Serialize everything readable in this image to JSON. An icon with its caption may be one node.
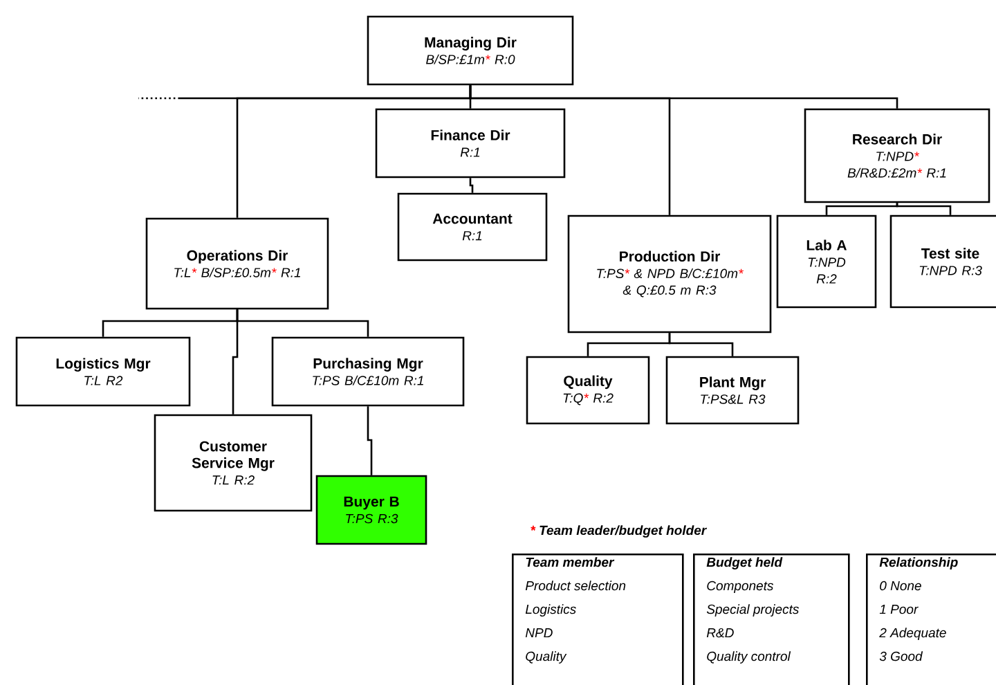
{
  "diagram": {
    "nodes": [
      {
        "text": [
          "Managing Dir",
          "B/SP:£1m* R:0"
        ]
      },
      {
        "text": [
          "Finance Dir",
          "R:1"
        ]
      },
      {
        "text": [
          "Accountant",
          "R:1"
        ]
      },
      {
        "text": [
          "Research Dir",
          "T:NPD* B/R&D:£2m* R:1"
        ]
      },
      {
        "text": [
          "Operations Dir",
          "T:L* B/SP:£0.5m* R:1"
        ]
      },
      {
        "text": [
          "Production Dir",
          "T:PS* & NPD B/C:£10m* & Q:£0.5 m R:3"
        ]
      },
      {
        "text": [
          "Lab A",
          "T:NPD R:2"
        ]
      },
      {
        "text": [
          "Test site",
          "T:NPD R:3"
        ]
      },
      {
        "text": [
          "Logistics Mgr",
          "T:L R2"
        ]
      },
      {
        "text": [
          "Purchasing Mgr",
          "T:PS B/C£10m R:1"
        ]
      },
      {
        "text": [
          "Customer Service Mgr",
          "T:L R:2"
        ]
      },
      {
        "text": [
          "Buyer B",
          "T:PS R:3"
        ]
      },
      {
        "text": [
          "Quality",
          "T:Q* R:2"
        ]
      },
      {
        "text": [
          "Plant Mgr",
          "T:PS&L R3"
        ]
      },
      {
        "text": [
          "Team member",
          "Product selection",
          "Logistics",
          "NPD",
          "Quality"
        ]
      },
      {
        "text": [
          "Budget held",
          "Componets",
          "Special projects",
          "R&D",
          "Quality control"
        ]
      },
      {
        "text": [
          "Relationship",
          "0 None",
          "1 Poor",
          "2 Adequate",
          "3 Good"
        ]
      }
    ],
    "edges": [
      {
        "from": 0,
        "to": 1,
        "arrow": "none"
      },
      {
        "from": 0,
        "to": 4,
        "arrow": "none"
      },
      {
        "from": 0,
        "to": 5,
        "arrow": "none"
      },
      {
        "from": 0,
        "to": 3,
        "arrow": "none"
      },
      {
        "from": 0,
        "to": null,
        "arrow": "none"
      },
      {
        "from": 1,
        "to": 2,
        "arrow": "none"
      },
      {
        "from": 3,
        "to": 6,
        "arrow": "none"
      },
      {
        "from": 3,
        "to": 7,
        "arrow": "none"
      },
      {
        "from": 4,
        "to": 8,
        "arrow": "none"
      },
      {
        "from": 4,
        "to": 10,
        "arrow": "none"
      },
      {
        "from": 4,
        "to": 9,
        "arrow": "none"
      },
      {
        "from": 9,
        "to": 11,
        "arrow": "none"
      },
      {
        "from": 5,
        "to": 12,
        "arrow": "none"
      },
      {
        "from": 5,
        "to": 13,
        "arrow": "none"
      }
    ],
    "labels": [
      "* Team leader/budget holder"
    ]
  }
}
